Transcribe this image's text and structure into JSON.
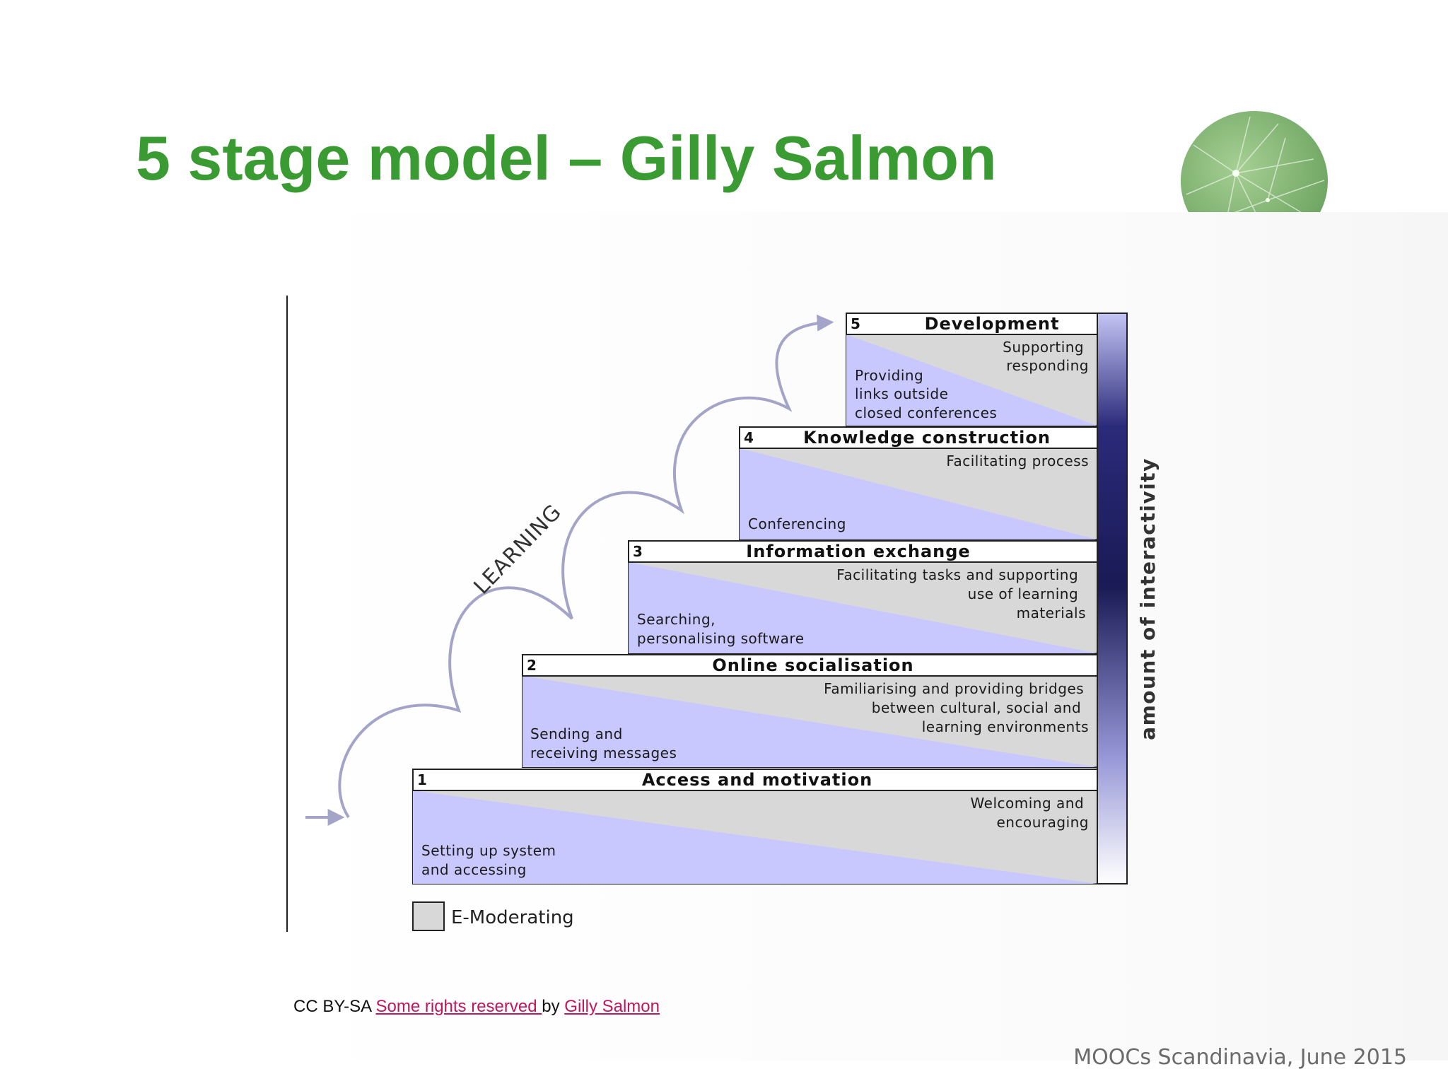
{
  "slide": {
    "title": "5 stage model – Gilly Salmon",
    "footer": "MOOCs Scandinavia, June 2015"
  },
  "diagram": {
    "learning_label": "LEARNING",
    "axis_label": "amount of interactivity",
    "legend_label": "E-Moderating",
    "colors": {
      "learning_fill": "#c8c8ff",
      "moderating_fill": "#d8d8d8",
      "arrow": "#a4a4c8",
      "interactivity_dark": "#1a1a55"
    },
    "stages": [
      {
        "number": "1",
        "title": "Access and motivation",
        "moderating": [
          "Welcoming and",
          "encouraging"
        ],
        "learning": [
          "Setting up system",
          "and accessing"
        ]
      },
      {
        "number": "2",
        "title": "Online socialisation",
        "moderating": [
          "Familiarising and providing bridges",
          "between cultural, social and",
          "learning environments"
        ],
        "learning": [
          "Sending and",
          "receiving messages"
        ]
      },
      {
        "number": "3",
        "title": "Information exchange",
        "moderating": [
          "Facilitating tasks and supporting",
          "use of learning",
          "materials"
        ],
        "learning": [
          "Searching,",
          "personalising software"
        ]
      },
      {
        "number": "4",
        "title": "Knowledge construction",
        "moderating": [
          "Facilitating process"
        ],
        "learning": [
          "Conferencing"
        ]
      },
      {
        "number": "5",
        "title": "Development",
        "moderating": [
          "Supporting",
          "responding"
        ],
        "learning": [
          "Providing",
          "links outside",
          "closed conferences"
        ]
      }
    ]
  },
  "credit": {
    "prefix": "CC BY-SA ",
    "link1": "Some rights reserved ",
    "middle": "by ",
    "link2": "Gilly Salmon"
  }
}
